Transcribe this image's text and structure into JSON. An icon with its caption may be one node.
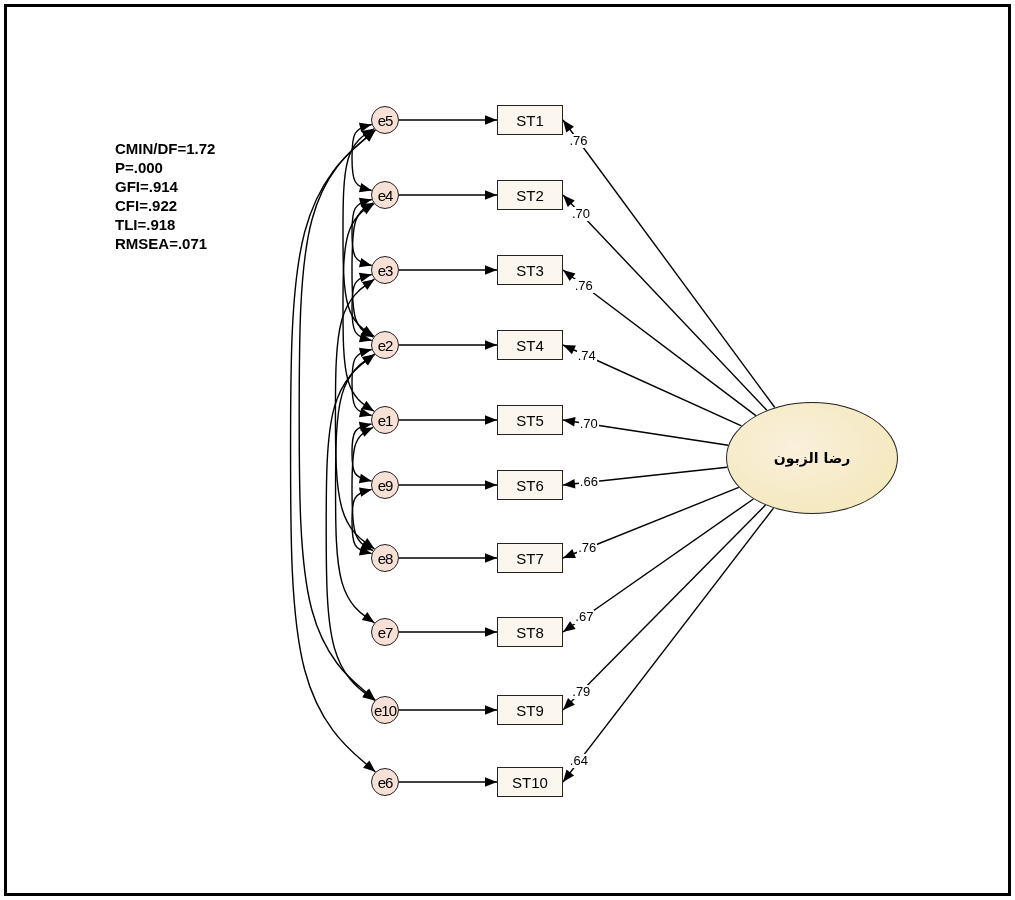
{
  "diagram": {
    "nodes": [
      {
        "text": [
          "e5"
        ]
      },
      {
        "text": [
          "e4"
        ]
      },
      {
        "text": [
          "e3"
        ]
      },
      {
        "text": [
          "e2"
        ]
      },
      {
        "text": [
          "e1"
        ]
      },
      {
        "text": [
          "e9"
        ]
      },
      {
        "text": [
          "e8"
        ]
      },
      {
        "text": [
          "e7"
        ]
      },
      {
        "text": [
          "e10"
        ]
      },
      {
        "text": [
          "e6"
        ]
      },
      {
        "text": [
          "ST1"
        ]
      },
      {
        "text": [
          "ST2"
        ]
      },
      {
        "text": [
          "ST3"
        ]
      },
      {
        "text": [
          "ST4"
        ]
      },
      {
        "text": [
          "ST5"
        ]
      },
      {
        "text": [
          "ST6"
        ]
      },
      {
        "text": [
          "ST7"
        ]
      },
      {
        "text": [
          "ST8"
        ]
      },
      {
        "text": [
          "ST9"
        ]
      },
      {
        "text": [
          "ST10"
        ]
      },
      {
        "text": [
          "رضا الزبون"
        ]
      }
    ],
    "edges": [
      {
        "from": 0,
        "to": 10,
        "arrow": "to"
      },
      {
        "from": 1,
        "to": 11,
        "arrow": "to"
      },
      {
        "from": 2,
        "to": 12,
        "arrow": "to"
      },
      {
        "from": 3,
        "to": 13,
        "arrow": "to"
      },
      {
        "from": 4,
        "to": 14,
        "arrow": "to"
      },
      {
        "from": 5,
        "to": 15,
        "arrow": "to"
      },
      {
        "from": 6,
        "to": 16,
        "arrow": "to"
      },
      {
        "from": 7,
        "to": 17,
        "arrow": "to"
      },
      {
        "from": 8,
        "to": 18,
        "arrow": "to"
      },
      {
        "from": 9,
        "to": 19,
        "arrow": "to"
      },
      {
        "from": 20,
        "to": 10,
        "arrow": "to",
        "label": ".76"
      },
      {
        "from": 20,
        "to": 11,
        "arrow": "to",
        "label": ".70"
      },
      {
        "from": 20,
        "to": 12,
        "arrow": "to",
        "label": ".76"
      },
      {
        "from": 20,
        "to": 13,
        "arrow": "to",
        "label": ".74"
      },
      {
        "from": 20,
        "to": 14,
        "arrow": "to",
        "label": ".70"
      },
      {
        "from": 20,
        "to": 15,
        "arrow": "to",
        "label": ".66"
      },
      {
        "from": 20,
        "to": 16,
        "arrow": "to",
        "label": ".76"
      },
      {
        "from": 20,
        "to": 17,
        "arrow": "to",
        "label": ".67"
      },
      {
        "from": 20,
        "to": 18,
        "arrow": "to",
        "label": ".79"
      },
      {
        "from": 20,
        "to": 19,
        "arrow": "to",
        "label": ".64"
      },
      {
        "from": 0,
        "to": 1,
        "arrow": "both"
      },
      {
        "from": 1,
        "to": 2,
        "arrow": "both"
      },
      {
        "from": 2,
        "to": 3,
        "arrow": "both"
      },
      {
        "from": 3,
        "to": 4,
        "arrow": "both"
      },
      {
        "from": 4,
        "to": 5,
        "arrow": "both"
      },
      {
        "from": 5,
        "to": 6,
        "arrow": "both"
      },
      {
        "from": 0,
        "to": 3,
        "arrow": "both"
      },
      {
        "from": 1,
        "to": 3,
        "arrow": "both"
      },
      {
        "from": 1,
        "to": 4,
        "arrow": "both"
      },
      {
        "from": 2,
        "to": 6,
        "arrow": "both"
      },
      {
        "from": 3,
        "to": 7,
        "arrow": "both"
      },
      {
        "from": 4,
        "to": 6,
        "arrow": "both"
      },
      {
        "from": 3,
        "to": 8,
        "arrow": "both"
      },
      {
        "from": 0,
        "to": 8,
        "arrow": "both"
      },
      {
        "from": 0,
        "to": 9,
        "arrow": "both"
      }
    ],
    "labels": [
      "CMIN/DF=1.72",
      "P=.000",
      "GFI=.914",
      "CFI=.922",
      "TLI=.918",
      "RMSEA=.071"
    ]
  }
}
